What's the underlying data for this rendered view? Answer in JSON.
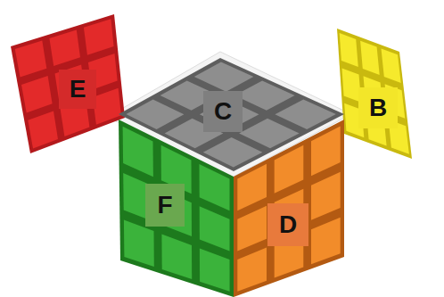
{
  "diagram": {
    "labels": [
      "E",
      "C",
      "B",
      "F",
      "D"
    ]
  }
}
